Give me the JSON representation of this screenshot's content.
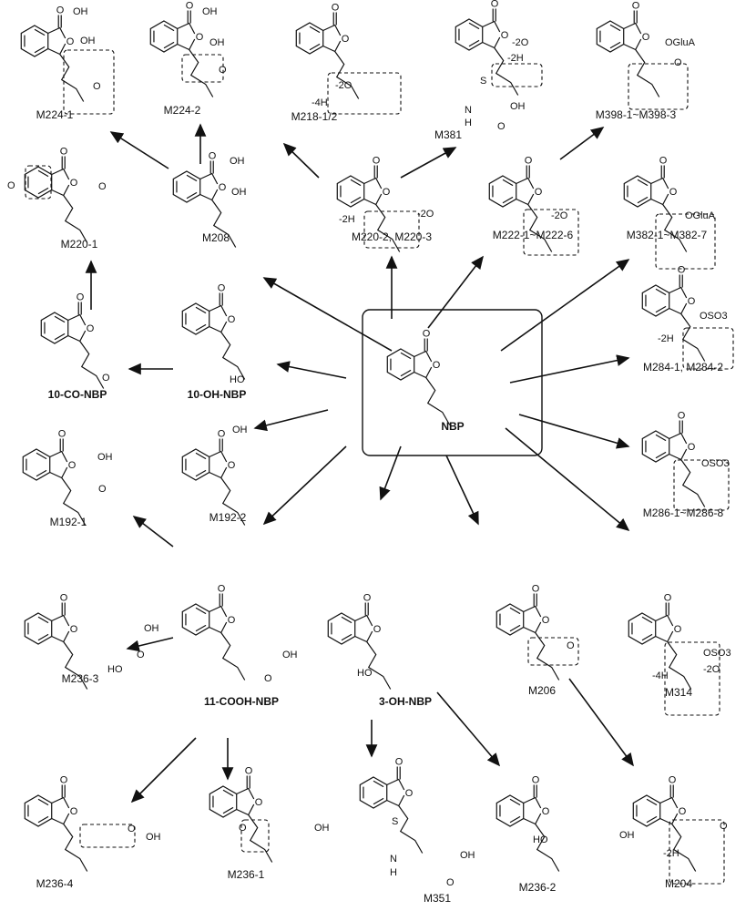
{
  "diagram": {
    "center": {
      "id": "nbp",
      "label": "NBP"
    },
    "molecules": {
      "m224_1": {
        "label": "M224-1",
        "annotations": [
          "OH",
          "OH",
          "O"
        ]
      },
      "m224_2": {
        "label": "M224-2",
        "annotations": [
          "OH",
          "OH",
          "O"
        ]
      },
      "m218": {
        "label": "M218-1/2",
        "annotations": [
          "-2O",
          "-4H"
        ]
      },
      "m381": {
        "label": "M381",
        "annotations": [
          "S",
          "-2O",
          "-2H",
          "N",
          "H",
          "OH",
          "O"
        ]
      },
      "m398": {
        "label": "M398-1~M398-3",
        "annotations": [
          "OGluA",
          "O"
        ]
      },
      "m220_1": {
        "label": "M220-1",
        "annotations": [
          "O",
          "O"
        ]
      },
      "m208": {
        "label": "M208",
        "annotations": [
          "OH",
          "OH"
        ]
      },
      "m220_23": {
        "label": "M220-2, M220-3",
        "annotations": [
          "-2O",
          "-2H"
        ]
      },
      "m222": {
        "label": "M222-1~M222-6",
        "annotations": [
          "-2O"
        ]
      },
      "m382": {
        "label": "M382-1~M382-7",
        "annotations": [
          "OGluA"
        ]
      },
      "co_nbp": {
        "label": "10-CO-NBP",
        "annotations": [
          "O"
        ]
      },
      "oh_nbp": {
        "label": "10-OH-NBP",
        "annotations": [
          "HO"
        ]
      },
      "nbp": {
        "label": "NBP",
        "annotations": []
      },
      "m284": {
        "label": "M284-1, M284-2",
        "annotations": [
          "OSO3",
          "-2H"
        ]
      },
      "m192_1": {
        "label": "M192-1",
        "annotations": [
          "OH",
          "O"
        ]
      },
      "m192_2": {
        "label": "M192-2",
        "annotations": [
          "OH"
        ]
      },
      "m286": {
        "label": "M286-1~M286-8",
        "annotations": [
          "OSO3"
        ]
      },
      "m236_3": {
        "label": "M236-3",
        "annotations": [
          "OH",
          "HO",
          "O"
        ]
      },
      "cooh_nbp": {
        "label": "11-COOH-NBP",
        "annotations": [
          "OH",
          "O"
        ]
      },
      "oh3_nbp": {
        "label": "3-OH-NBP",
        "annotations": [
          "HO"
        ]
      },
      "m206": {
        "label": "M206",
        "annotations": [
          "O"
        ]
      },
      "m314": {
        "label": "M314",
        "annotations": [
          "OSO3",
          "-2O",
          "-4H"
        ]
      },
      "m236_4": {
        "label": "M236-4",
        "annotations": [
          "O",
          "OH"
        ]
      },
      "m236_1": {
        "label": "M236-1",
        "annotations": [
          "O",
          "OH"
        ]
      },
      "m351": {
        "label": "M351",
        "annotations": [
          "S",
          "N",
          "H",
          "OH",
          "O"
        ]
      },
      "m236_2": {
        "label": "M236-2",
        "annotations": [
          "HO",
          "OH"
        ]
      },
      "m204": {
        "label": "M204",
        "annotations": [
          "O",
          "-2H"
        ]
      }
    },
    "ring_atom_label": "O"
  }
}
